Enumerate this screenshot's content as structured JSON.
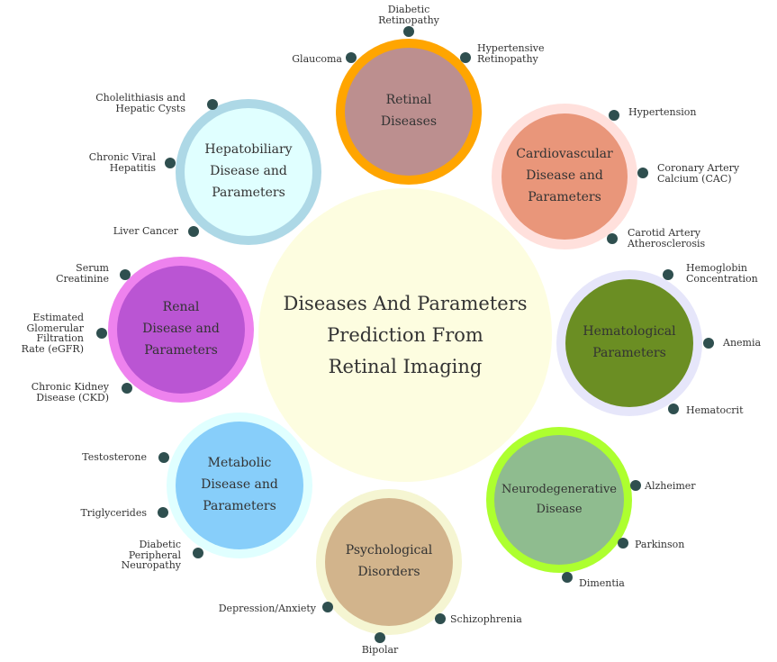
{
  "center": {
    "lines": [
      "Diseases And Parameters",
      "Prediction From",
      "Retinal Imaging"
    ],
    "color": "#fdfde0"
  },
  "topics": [
    {
      "id": "retinal",
      "lines": [
        "Retinal",
        "Diseases"
      ],
      "fill": "#bc8f8f",
      "ring": "#ffa500",
      "params": [
        {
          "lines": [
            "Diabetic",
            "Retinopathy"
          ]
        },
        {
          "lines": [
            "Glaucoma"
          ]
        },
        {
          "lines": [
            "Hypertensive",
            "Retinopathy"
          ]
        }
      ]
    },
    {
      "id": "cardio",
      "lines": [
        "Cardiovascular",
        "Disease and",
        "Parameters"
      ],
      "fill": "#e9967a",
      "ring": "#ffe0dc",
      "params": [
        {
          "lines": [
            "Hypertension"
          ]
        },
        {
          "lines": [
            "Coronary Artery",
            "Calcium (CAC)"
          ]
        },
        {
          "lines": [
            "Carotid Artery",
            "Atherosclerosis"
          ]
        }
      ]
    },
    {
      "id": "hemato",
      "lines": [
        "Hematological",
        "Parameters"
      ],
      "fill": "#6b8e23",
      "ring": "#e6e6fa",
      "params": [
        {
          "lines": [
            "Hemoglobin",
            "Concentration"
          ]
        },
        {
          "lines": [
            "Anemia"
          ]
        },
        {
          "lines": [
            "Hematocrit"
          ]
        }
      ]
    },
    {
      "id": "neuro",
      "lines": [
        "Neurodegenerative",
        "Disease"
      ],
      "fill": "#8fbc8f",
      "ring": "#adff2f",
      "params": [
        {
          "lines": [
            "Alzheimer"
          ]
        },
        {
          "lines": [
            "Parkinson"
          ]
        },
        {
          "lines": [
            "Dimentia"
          ]
        }
      ]
    },
    {
      "id": "psych",
      "lines": [
        "Psychological",
        "Disorders"
      ],
      "fill": "#d2b48c",
      "ring": "#f5f5d2",
      "params": [
        {
          "lines": [
            "Depression/Anxiety"
          ]
        },
        {
          "lines": [
            "Schizophrenia"
          ]
        },
        {
          "lines": [
            "Bipolar"
          ]
        }
      ]
    },
    {
      "id": "metabolic",
      "lines": [
        "Metabolic",
        "Disease and",
        "Parameters"
      ],
      "fill": "#87cefa",
      "ring": "#e0ffff",
      "params": [
        {
          "lines": [
            "Testosterone"
          ]
        },
        {
          "lines": [
            "Triglycerides"
          ]
        },
        {
          "lines": [
            "Diabetic",
            "Peripheral",
            "Neuropathy"
          ]
        }
      ]
    },
    {
      "id": "renal",
      "lines": [
        "Renal",
        "Disease and",
        "Parameters"
      ],
      "fill": "#ba55d3",
      "ring": "#ee82ee",
      "params": [
        {
          "lines": [
            "Serum",
            "Creatinine"
          ]
        },
        {
          "lines": [
            "Estimated",
            "Glomerular",
            "Filtration",
            "Rate (eGFR)"
          ]
        },
        {
          "lines": [
            "Chronic Kidney",
            "Disease (CKD)"
          ]
        }
      ]
    },
    {
      "id": "hepato",
      "lines": [
        "Hepatobiliary",
        "Disease and",
        "Parameters"
      ],
      "fill": "#e0ffff",
      "ring": "#add8e6",
      "params": [
        {
          "lines": [
            "Cholelithiasis and",
            "Hepatic Cysts"
          ]
        },
        {
          "lines": [
            "Chronic Viral",
            "Hepatitis"
          ]
        },
        {
          "lines": [
            "Liver Cancer"
          ]
        }
      ]
    }
  ]
}
